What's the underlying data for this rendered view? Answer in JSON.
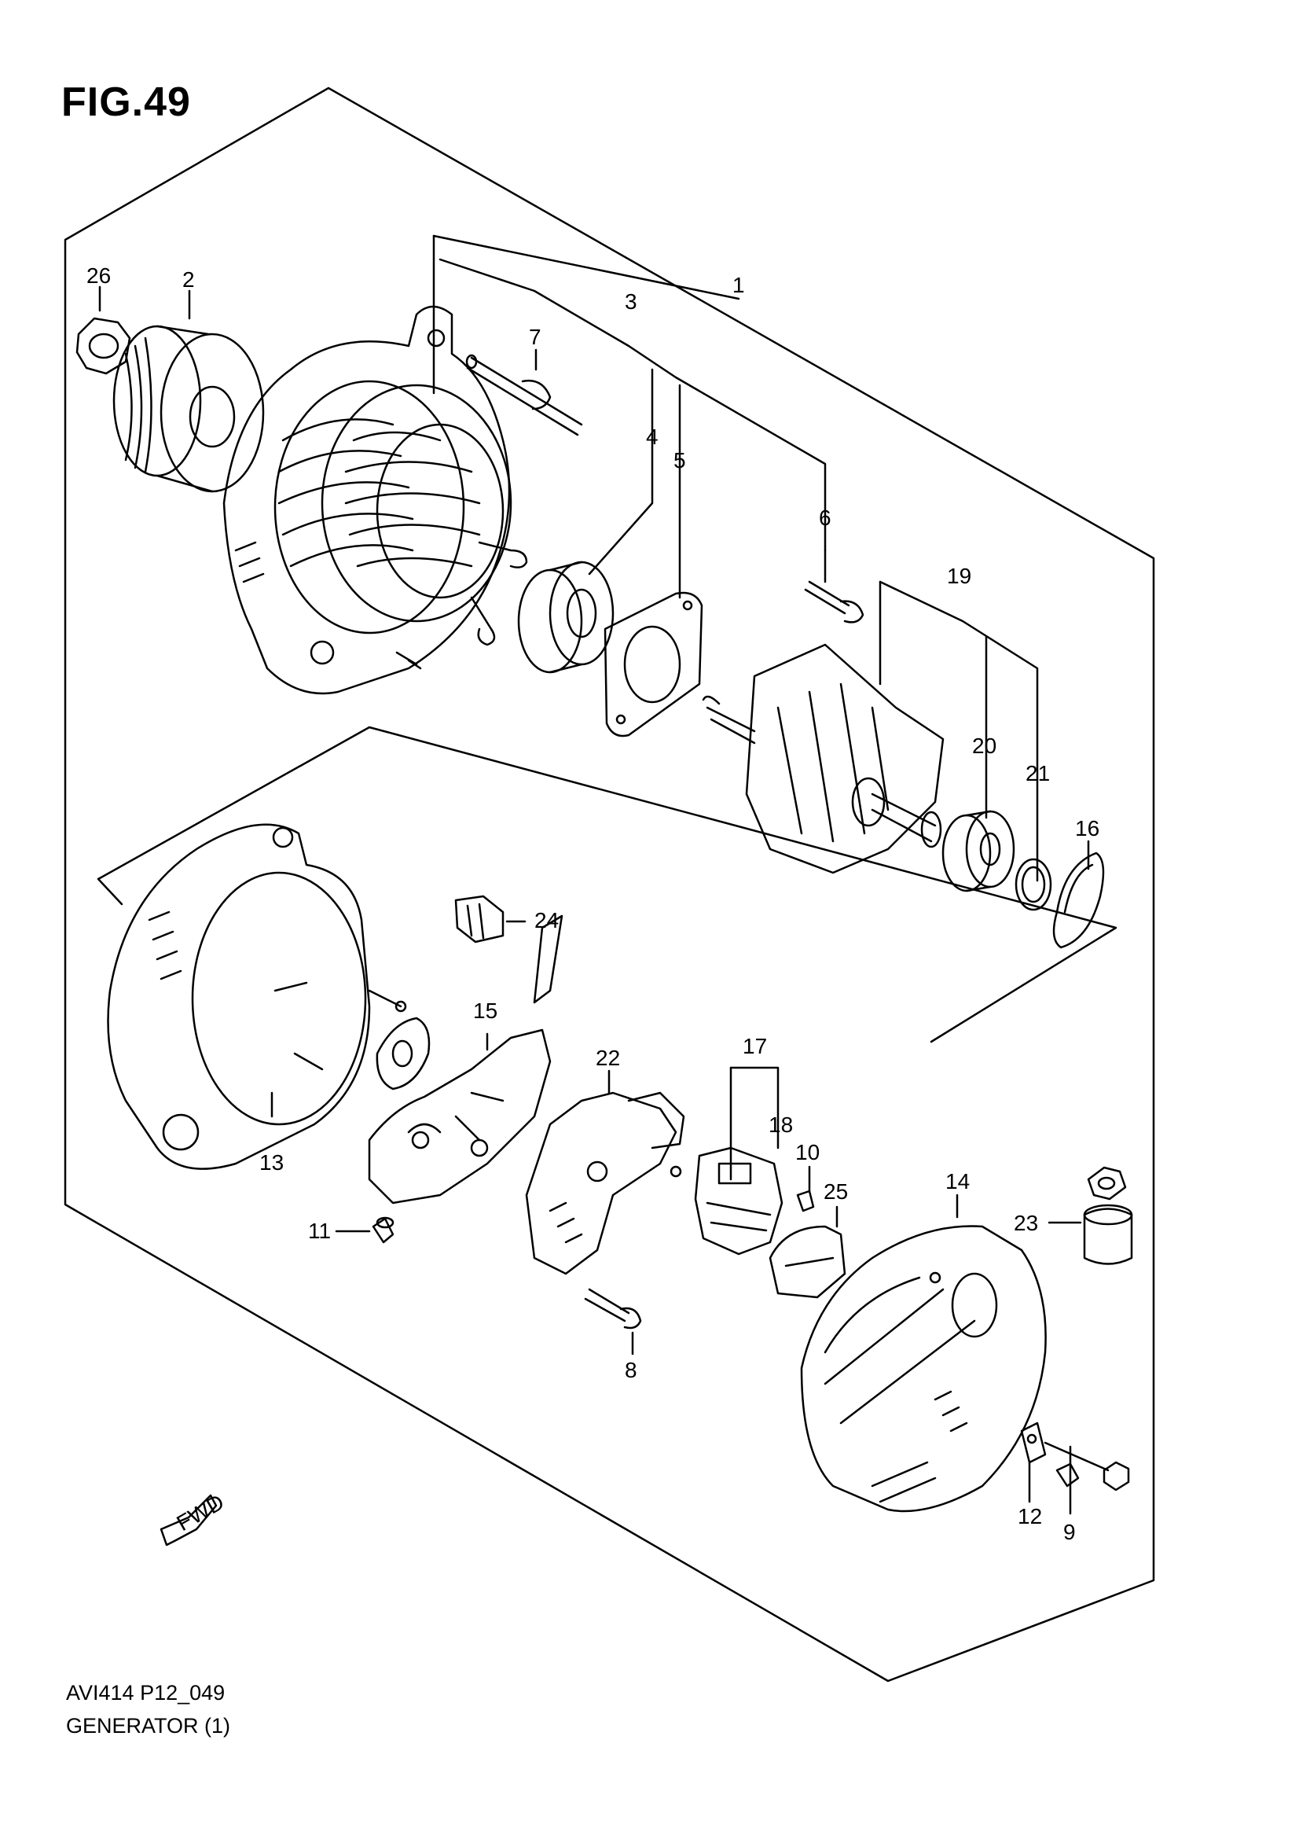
{
  "figure": {
    "title": "FIG.49"
  },
  "footer": {
    "code": "AVI414 P12_049",
    "name": "GENERATOR (1)"
  },
  "direction_arrow": {
    "text": "FWD",
    "icon": "fwd-arrow-icon"
  },
  "part_labels": [
    "1",
    "2",
    "3",
    "4",
    "5",
    "6",
    "7",
    "8",
    "9",
    "10",
    "11",
    "12",
    "13",
    "14",
    "15",
    "16",
    "17",
    "18",
    "19",
    "20",
    "21",
    "22",
    "23",
    "24",
    "25",
    "26"
  ]
}
